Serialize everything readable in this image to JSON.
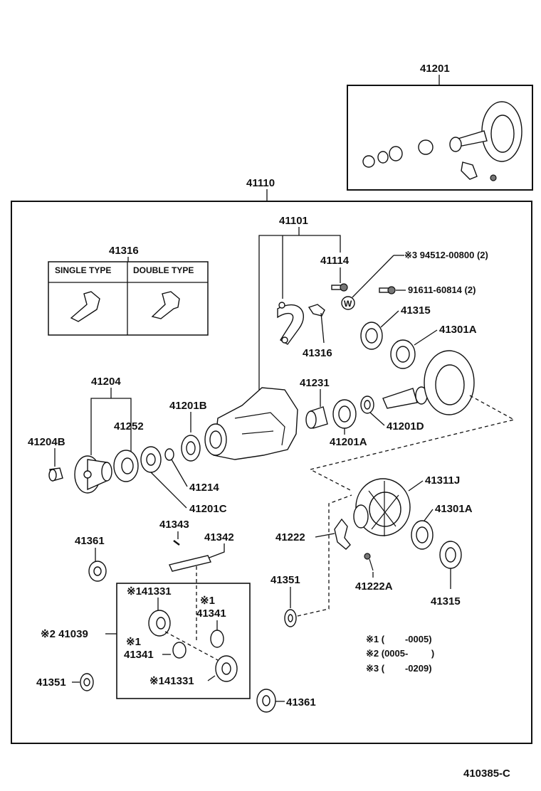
{
  "diagram": {
    "sheet_code": "410385-C",
    "kit_label": "41201",
    "housing_label": "41110",
    "carrier_label": "41101",
    "labels": {
      "l41114": "41114",
      "l94512": "※3 94512-00800 (2)",
      "l91611": "91611-60814 (2)",
      "l41315a": "41315",
      "l41301a": "41301A",
      "l41316b": "41316",
      "l41231": "41231",
      "l41201b": "41201B",
      "l41201a": "41201A",
      "l41201d": "41201D",
      "l41204": "41204",
      "l41252": "41252",
      "l41204b": "41204B",
      "l41214": "41214",
      "l41201c": "41201C",
      "l41311j": "41311J",
      "l41301a2": "41301A",
      "l41222": "41222",
      "l41222a": "41222A",
      "l41315b": "41315",
      "l41343": "41343",
      "l41342": "41342",
      "l41361a": "41361",
      "l41351a": "41351",
      "l41039": "※2 41039",
      "l41351b": "41351",
      "l41361b": "41361",
      "l41331a": "※141331",
      "l41341a1": "※1",
      "l41341a2": "41341",
      "l41341b1": "※1",
      "l41341b2": "41341",
      "l41331b": "※141331"
    },
    "bracket_box": {
      "title": "41316",
      "single": "SINGLE TYPE",
      "double": "DOUBLE TYPE"
    },
    "washer_mark": "W",
    "notes": {
      "n1": "※1 (        -0005)",
      "n2": "※2 (0005-         )",
      "n3": "※3 (        -0209)"
    }
  }
}
